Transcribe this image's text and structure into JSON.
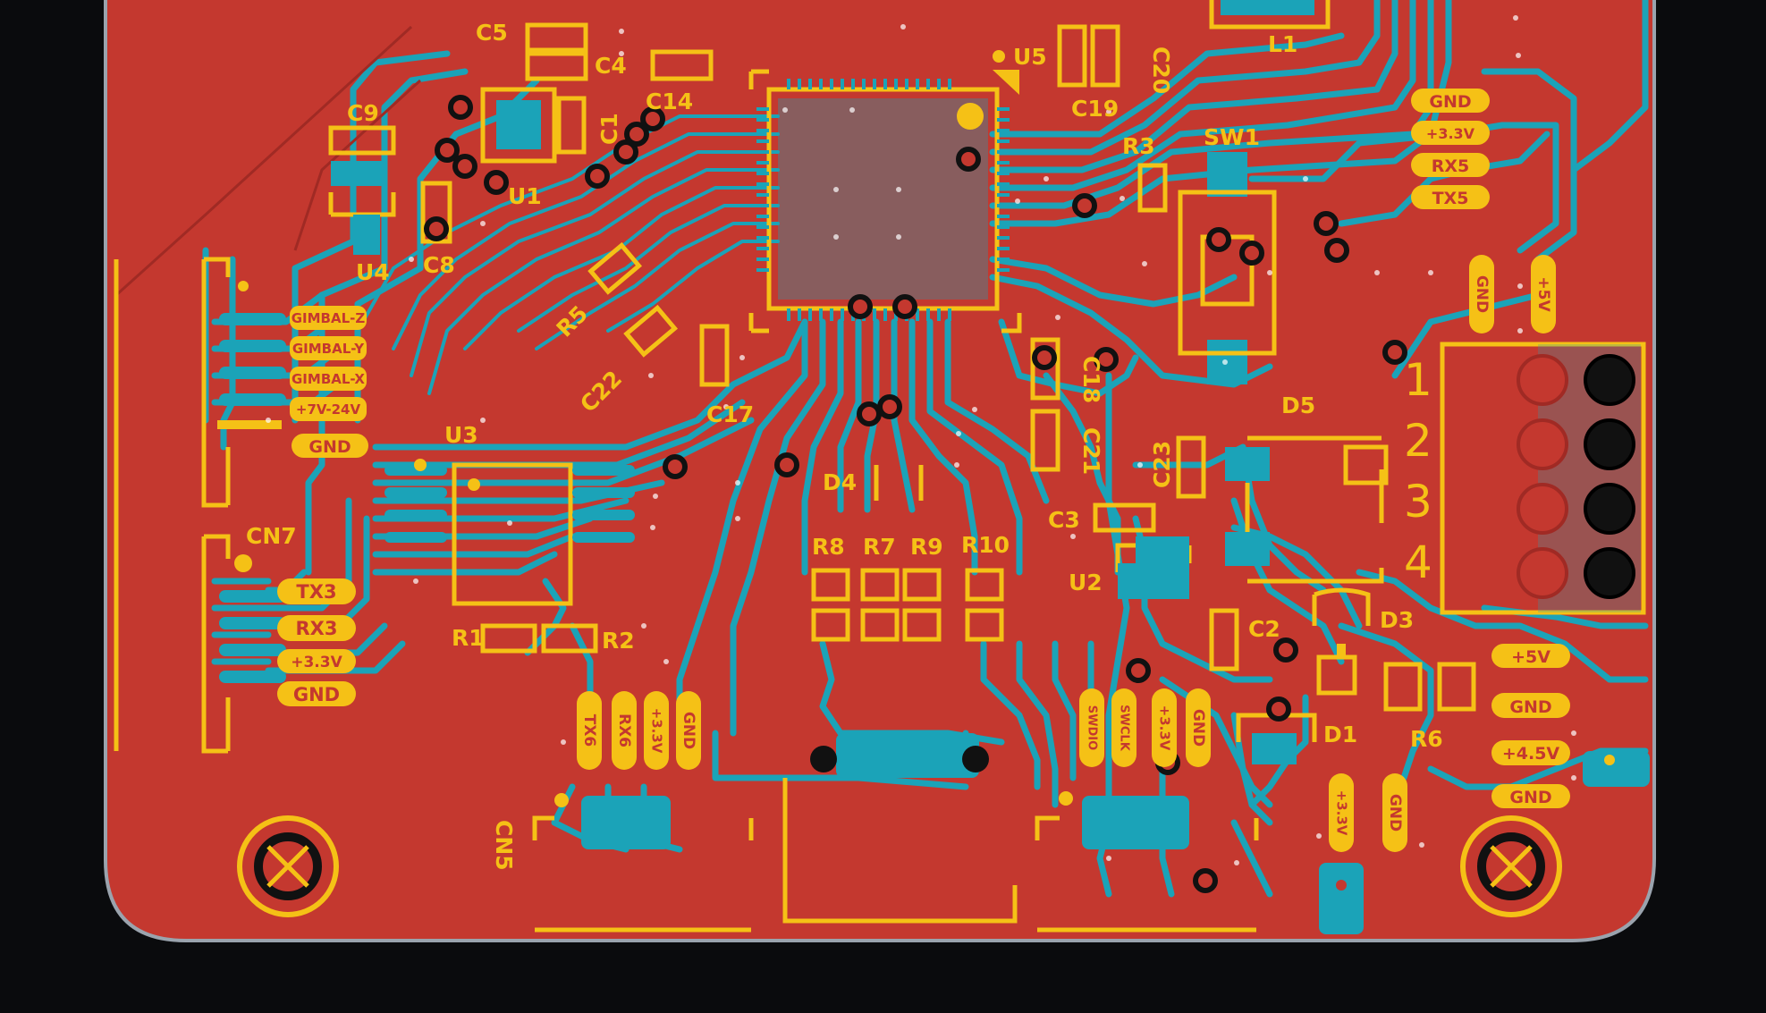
{
  "colors": {
    "background": "#0a0b0d",
    "copper": "#c4382f",
    "trace": "#1ba3b8",
    "silkscreen": "#f5c116",
    "edge": "#9aa3ad",
    "via": "#111111"
  },
  "icons": {
    "mounting_hole": "mounting-hole-icon"
  },
  "designators": {
    "c5": "C5",
    "c4": "C4",
    "c14": "C14",
    "c1": "C1",
    "c9": "C9",
    "u1": "U1",
    "u4": "U4",
    "c8": "C8",
    "u5": "U5",
    "c20": "C20",
    "c19": "C19",
    "l1": "L1",
    "r3": "R3",
    "sw1": "SW1",
    "r5": "R5",
    "c22": "C22",
    "c17": "C17",
    "c18": "C18",
    "c21": "C21",
    "d5": "D5",
    "c23": "C23",
    "c3": "C3",
    "u3": "U3",
    "cn7": "CN7",
    "d4": "D4",
    "r8": "R8",
    "r7": "R7",
    "r9": "R9",
    "r10": "R10",
    "u2": "U2",
    "c2": "C2",
    "d3": "D3",
    "d1": "D1",
    "r6": "R6",
    "r1": "R1",
    "r2": "R2",
    "cn5": "CN5"
  },
  "connector_numbers": [
    "1",
    "2",
    "3",
    "4"
  ],
  "pin_labels": {
    "top_right": [
      "GND",
      "+3.3V",
      "RX5",
      "TX5"
    ],
    "power_vertical": [
      "GND",
      "+5V"
    ],
    "gimbal": [
      "GIMBAL-Z",
      "GIMBAL-Y",
      "GIMBAL-X",
      "+7V-24V",
      "GND"
    ],
    "uart3": [
      "TX3",
      "RX3",
      "+3.3V",
      "GND"
    ],
    "uart6": [
      "TX6",
      "RX6",
      "+3.3V",
      "GND"
    ],
    "swd": [
      "SWDIO",
      "SWCLK",
      "+3.3V",
      "GND"
    ],
    "right_power": [
      "+5V",
      "GND",
      "+4.5V",
      "GND"
    ],
    "bottom_power": [
      "+3.3V",
      "GND"
    ]
  }
}
